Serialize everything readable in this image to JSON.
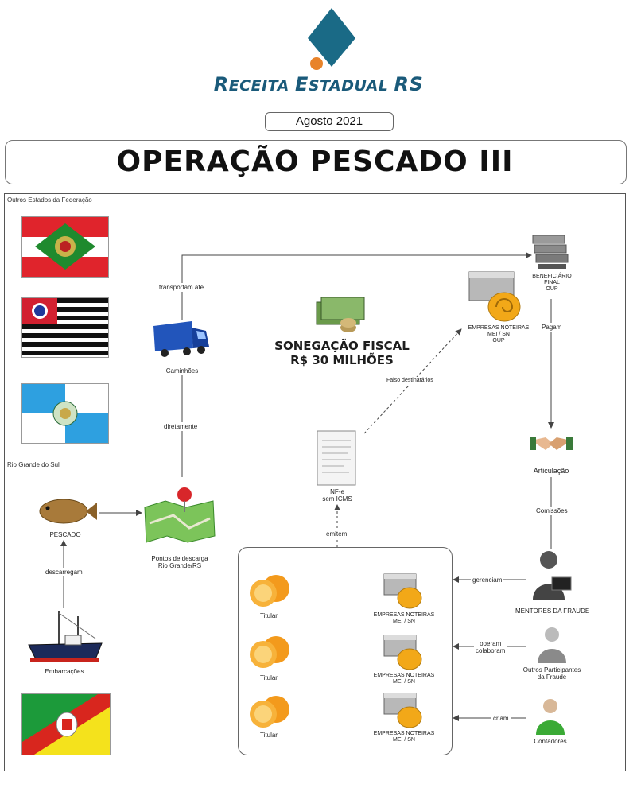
{
  "header": {
    "brand_part1": "R",
    "brand_part2": "ECEITA ",
    "brand_part3": "E",
    "brand_part4": "STADUAL ",
    "brand_part5": "RS",
    "date": "Agosto 2021",
    "title": "OPERAÇÃO PESCADO III"
  },
  "sections": {
    "outros_estados": "Outros Estados da Federação",
    "rio_grande": "Rio Grande do Sul"
  },
  "nodes": {
    "caminhoes": "Caminhões",
    "transportam": "transportam até",
    "diretamente": "diretamente",
    "fraud_line1": "SONEGAÇÃO FISCAL",
    "fraud_line2": "R$ 30 MILHÕES",
    "beneficiario_1": "BENEFICIÁRIO",
    "beneficiario_2": "FINAL",
    "beneficiario_3": "OUP",
    "pagam": "Pagam",
    "empresas_top_1": "EMPRESAS NOTEIRAS",
    "empresas_top_2": "MEI / SN",
    "empresas_top_3": "OUP",
    "falso": "Falso destinatários",
    "articulacao": "Articulação",
    "comissoes": "Comissões",
    "nfe_1": "NF-e",
    "nfe_2": "sem ICMS",
    "emitem": "emitem",
    "pescado": "PESCADO",
    "descarregam": "descarregam",
    "embarcacoes": "Embarcações",
    "pontos_1": "Pontos de descarga",
    "pontos_2": "Rio Grande/RS",
    "titular": "Titular",
    "empresas_1": "EMPRESAS NOTEIRAS",
    "empresas_2": "MEI / SN",
    "gerenciam": "gerenciam",
    "mentores": "MENTORES DA FRAUDE",
    "operam_1": "operam",
    "operam_2": "colaboram",
    "outros_1": "Outros Participantes",
    "outros_2": "da Fraude",
    "criam": "criam",
    "contadores": "Contadores"
  },
  "colors": {
    "brand": "#1a5a7a",
    "logo_orange": "#e8832a",
    "truck": "#2255bb",
    "orange_fruit": "#f39a1c",
    "green_person": "#3aaa35"
  },
  "icons": [
    "logo-diamond-icon",
    "sc-flag-icon",
    "sp-flag-icon",
    "rj-flag-icon",
    "rs-flag-icon",
    "truck-icon",
    "money-icon",
    "server-icon",
    "snail-building-icon",
    "handshake-icon",
    "document-icon",
    "fish-icon",
    "map-pin-icon",
    "ship-icon",
    "orange-icon",
    "person-icon"
  ]
}
